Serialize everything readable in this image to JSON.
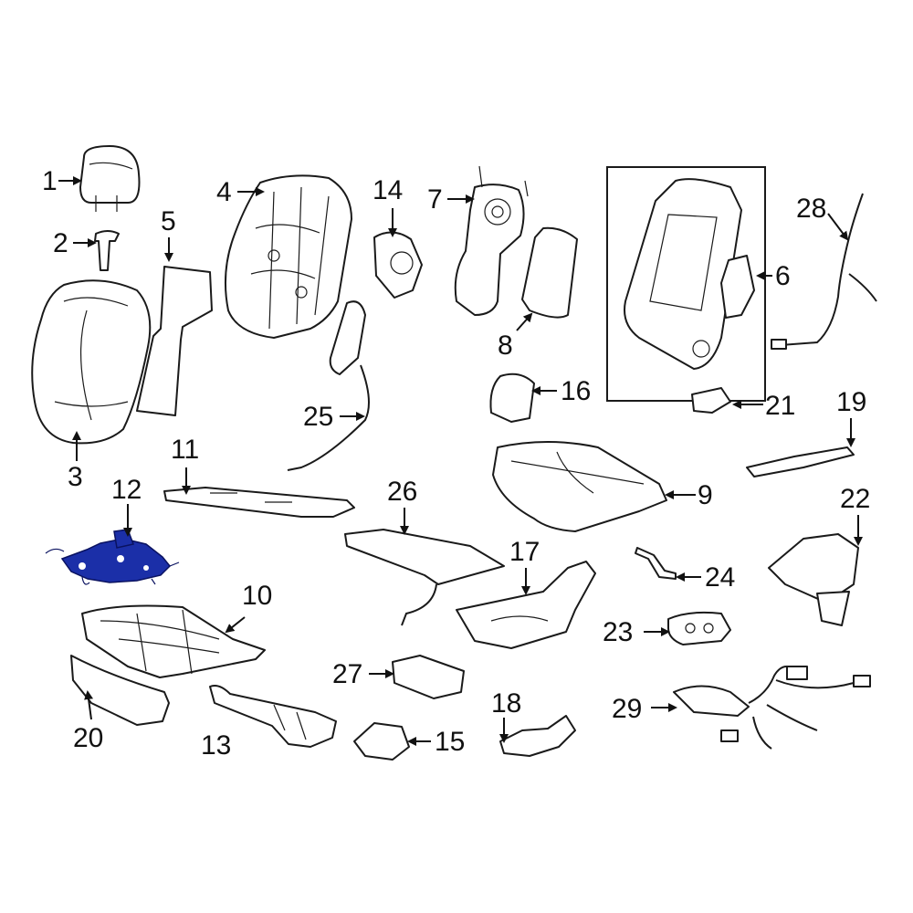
{
  "diagram": {
    "highlight_color": "#1b2fa8",
    "callouts": {
      "c1": "1",
      "c2": "2",
      "c3": "3",
      "c4": "4",
      "c5": "5",
      "c6": "6",
      "c7": "7",
      "c8": "8",
      "c9": "9",
      "c10": "10",
      "c11": "11",
      "c12": "12",
      "c13": "13",
      "c14": "14",
      "c15": "15",
      "c16": "16",
      "c17": "17",
      "c18": "18",
      "c19": "19",
      "c20": "20",
      "c21": "21",
      "c22": "22",
      "c23": "23",
      "c24": "24",
      "c25": "25",
      "c26": "26",
      "c27": "27",
      "c28": "28",
      "c29": "29"
    }
  }
}
